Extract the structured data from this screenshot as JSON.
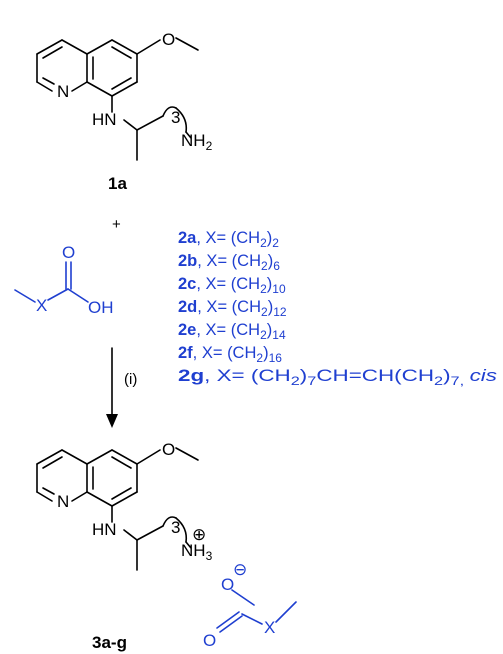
{
  "compounds": {
    "amine": "1a",
    "product": "3a-g"
  },
  "atoms": {
    "N": "N",
    "NH": "HN",
    "NH2_main": "NH",
    "NH2_sub": "2",
    "NH3_main": "NH",
    "NH3_sub": "3",
    "chain_count": "3",
    "O": "O",
    "OH": "OH",
    "X": "X"
  },
  "charges": {
    "plus": "⊕",
    "minus": "⊖"
  },
  "operators": {
    "plus": "+",
    "condition": "(i)"
  },
  "legend": [
    {
      "label": "2a",
      "formula": ", X= (CH",
      "sub": "2",
      "tail": ")",
      "count": "2"
    },
    {
      "label": "2b",
      "formula": ", X= (CH",
      "sub": "2",
      "tail": ")",
      "count": "6"
    },
    {
      "label": "2c",
      "formula": ", X= (CH",
      "sub": "2",
      "tail": ")",
      "count": "10"
    },
    {
      "label": "2d",
      "formula": ", X= (CH",
      "sub": "2",
      "tail": ")",
      "count": "12"
    },
    {
      "label": "2e",
      "formula": ", X= (CH",
      "sub": "2",
      "tail": ")",
      "count": "14"
    },
    {
      "label": "2f",
      "formula": ", X= (CH",
      "sub": "2",
      "tail": ")",
      "count": "16"
    }
  ],
  "legend_last": {
    "label": "2g",
    "p1": ", X= (CH",
    "s1": "2",
    "p2": ")",
    "s2": "7",
    "p3": "CH=CH(CH",
    "s3": "2",
    "p4": ")",
    "s4": "7,",
    "tag": "cis"
  },
  "colors": {
    "structure": "#000000",
    "reagent": "#1f3fd0"
  }
}
